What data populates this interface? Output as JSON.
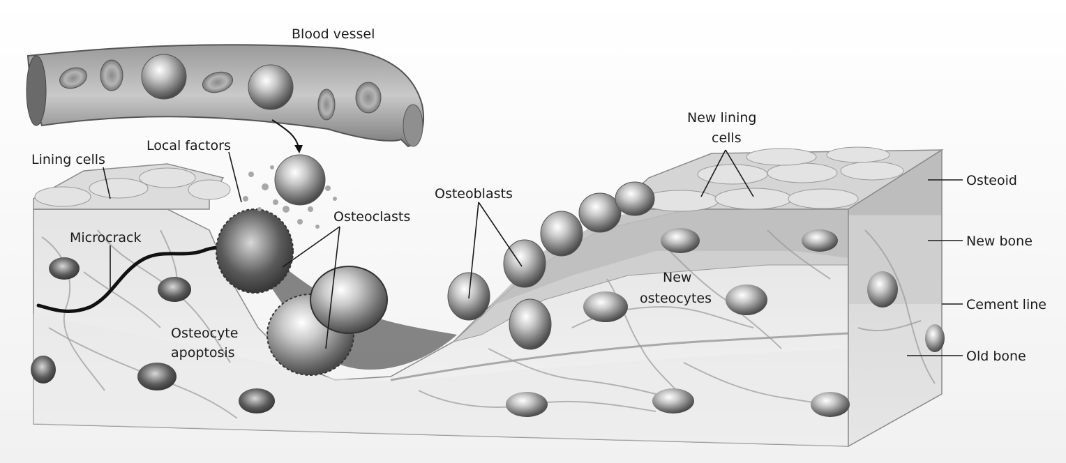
{
  "labels": {
    "blood_vessel": "Blood vessel",
    "local_factors": "Local factors",
    "lining_cells": "Lining cells",
    "microcrack": "Microcrack",
    "osteocyte_apoptosis_1": "Osteocyte",
    "osteocyte_apoptosis_2": "apoptosis",
    "osteoclasts": "Osteoclasts",
    "osteoblasts": "Osteoblasts",
    "new_lining_cells_1": "New lining",
    "new_lining_cells_2": "cells",
    "new_osteocytes_1": "New",
    "new_osteocytes_2": "osteocytes",
    "osteoid": "Osteoid",
    "new_bone": "New bone",
    "cement_line": "Cement line",
    "old_bone": "Old bone"
  }
}
